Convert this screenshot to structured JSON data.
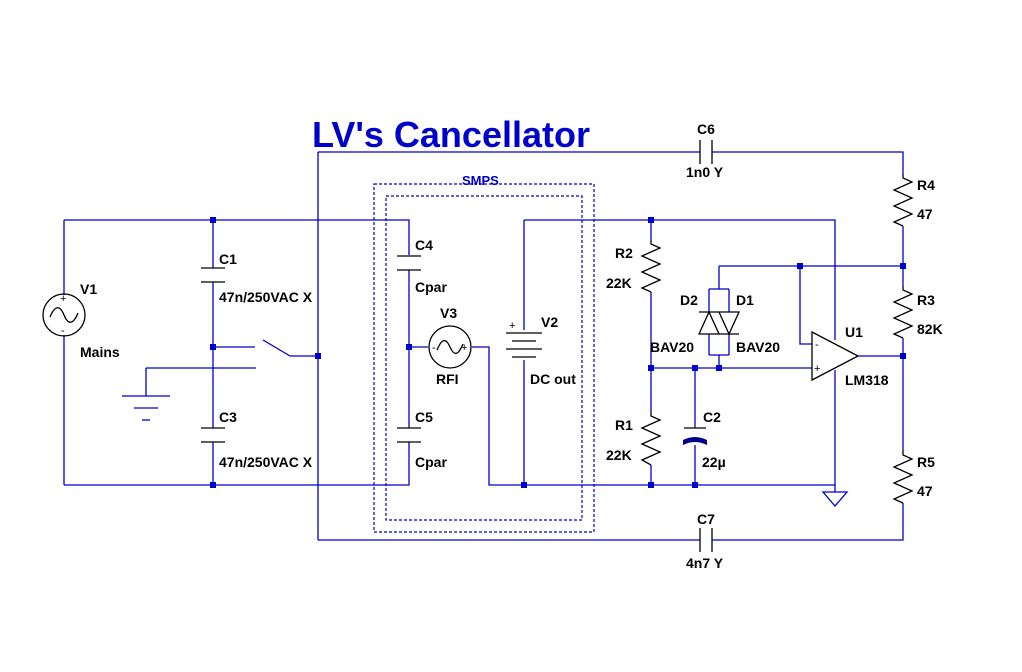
{
  "title": "LV's Cancellator",
  "smps_label": "SMPS",
  "components": {
    "V1": {
      "name": "V1",
      "value": "Mains"
    },
    "V2": {
      "name": "V2",
      "value": "DC out"
    },
    "V3": {
      "name": "V3",
      "value": "RFI"
    },
    "C1": {
      "name": "C1",
      "value": "47n/250VAC X"
    },
    "C2": {
      "name": "C2",
      "value": "22µ"
    },
    "C3": {
      "name": "C3",
      "value": "47n/250VAC X"
    },
    "C4": {
      "name": "C4",
      "value": "Cpar"
    },
    "C5": {
      "name": "C5",
      "value": "Cpar"
    },
    "C6": {
      "name": "C6",
      "value": "1n0 Y"
    },
    "C7": {
      "name": "C7",
      "value": "4n7 Y"
    },
    "R1": {
      "name": "R1",
      "value": "22K"
    },
    "R2": {
      "name": "R2",
      "value": "22K"
    },
    "R3": {
      "name": "R3",
      "value": "82K"
    },
    "R4": {
      "name": "R4",
      "value": "47"
    },
    "R5": {
      "name": "R5",
      "value": "47"
    },
    "D1": {
      "name": "D1",
      "value": "BAV20"
    },
    "D2": {
      "name": "D2",
      "value": "BAV20"
    },
    "U1": {
      "name": "U1",
      "value": "LM318"
    }
  },
  "colors": {
    "wire": "#0000cc",
    "symbol": "#000000",
    "title": "#0000cc"
  }
}
